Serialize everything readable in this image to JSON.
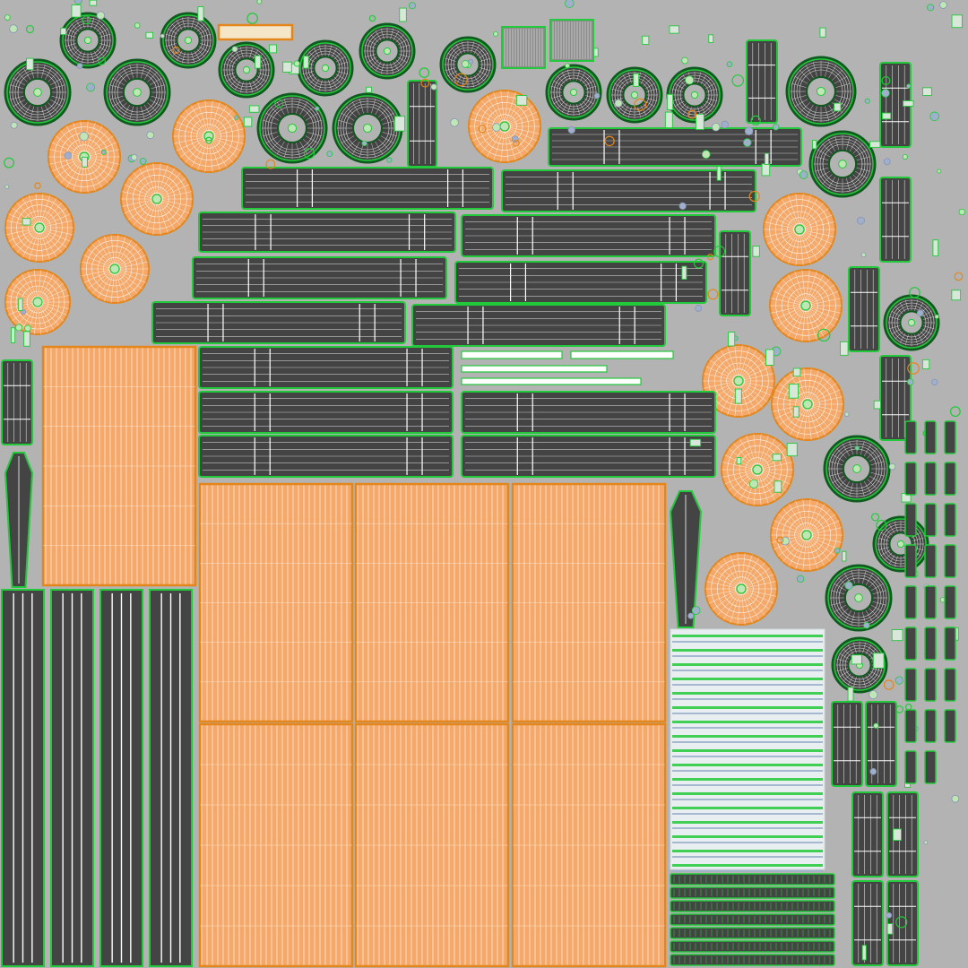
{
  "palette": {
    "background": "#b3b3b3",
    "shell_dark": "#444444",
    "wire_white": "#ffffff",
    "seam_green": "#22c93a",
    "seam_dark_green": "#0f5a1e",
    "face_orange": "#f4a96a",
    "seam_orange": "#e3861c",
    "pale_blue": "#9fb0cc",
    "pale_green": "#bfe7b5"
  },
  "layout_kind": "uv-texture-map",
  "islands": [
    "tire-rings",
    "orange-wheel-discs",
    "dark-cylinder-strips",
    "orange-grid-panels",
    "dark-vertical-strips",
    "striped-panel",
    "small-fragments"
  ]
}
